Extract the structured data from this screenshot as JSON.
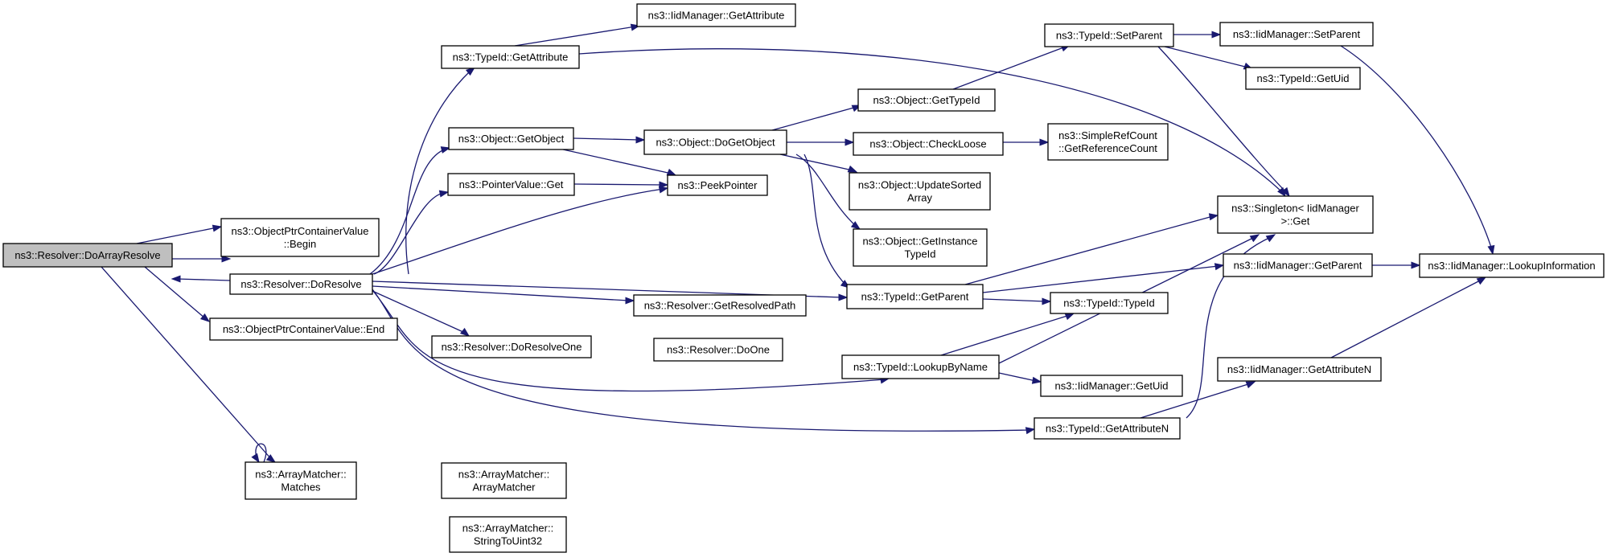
{
  "nodes": [
    {
      "id": "doarrayresolve",
      "lines": [
        "ns3::Resolver::DoArrayResolve"
      ],
      "root": true
    },
    {
      "id": "ptrbegin",
      "lines": [
        "ns3::ObjectPtrContainerValue",
        "::Begin"
      ]
    },
    {
      "id": "doresolve",
      "lines": [
        "ns3::Resolver::DoResolve"
      ]
    },
    {
      "id": "ptrend",
      "lines": [
        "ns3::ObjectPtrContainerValue::End"
      ]
    },
    {
      "id": "matches",
      "lines": [
        "ns3::ArrayMatcher::",
        "Matches"
      ]
    },
    {
      "id": "tid_getattr",
      "lines": [
        "ns3::TypeId::GetAttribute"
      ]
    },
    {
      "id": "iid_getattr",
      "lines": [
        "ns3::IidManager::GetAttribute"
      ]
    },
    {
      "id": "obj_getobject",
      "lines": [
        "ns3::Object::GetObject"
      ]
    },
    {
      "id": "ptr_get",
      "lines": [
        "ns3::PointerValue::Get"
      ]
    },
    {
      "id": "peekpointer",
      "lines": [
        "ns3::PeekPointer"
      ]
    },
    {
      "id": "obj_dogetobject",
      "lines": [
        "ns3::Object::DoGetObject"
      ]
    },
    {
      "id": "getresolvedpath",
      "lines": [
        "ns3::Resolver::GetResolvedPath"
      ]
    },
    {
      "id": "doresolveone",
      "lines": [
        "ns3::Resolver::DoResolveOne"
      ]
    },
    {
      "id": "doone",
      "lines": [
        "ns3::Resolver::DoOne"
      ]
    },
    {
      "id": "am_ctor",
      "lines": [
        "ns3::ArrayMatcher::",
        "ArrayMatcher"
      ]
    },
    {
      "id": "am_str",
      "lines": [
        "ns3::ArrayMatcher::",
        "StringToUint32"
      ]
    },
    {
      "id": "obj_gettypeid",
      "lines": [
        "ns3::Object::GetTypeId"
      ]
    },
    {
      "id": "obj_checkloose",
      "lines": [
        "ns3::Object::CheckLoose"
      ]
    },
    {
      "id": "obj_updatesorted",
      "lines": [
        "ns3::Object::UpdateSorted",
        "Array"
      ]
    },
    {
      "id": "obj_getinstance",
      "lines": [
        "ns3::Object::GetInstance",
        "TypeId"
      ]
    },
    {
      "id": "tid_getparent",
      "lines": [
        "ns3::TypeId::GetParent"
      ]
    },
    {
      "id": "tid_lookupbyname",
      "lines": [
        "ns3::TypeId::LookupByName"
      ]
    },
    {
      "id": "tid_getattrn",
      "lines": [
        "ns3::TypeId::GetAttributeN"
      ]
    },
    {
      "id": "tid_setparent",
      "lines": [
        "ns3::TypeId::SetParent"
      ]
    },
    {
      "id": "refcount",
      "lines": [
        "ns3::SimpleRefCount",
        "::GetReferenceCount"
      ]
    },
    {
      "id": "tid_typeid",
      "lines": [
        "ns3::TypeId::TypeId"
      ]
    },
    {
      "id": "iid_getuid",
      "lines": [
        "ns3::IidManager::GetUid"
      ]
    },
    {
      "id": "iid_setparent",
      "lines": [
        "ns3::IidManager::SetParent"
      ]
    },
    {
      "id": "tid_getuid",
      "lines": [
        "ns3::TypeId::GetUid"
      ]
    },
    {
      "id": "singleton_get",
      "lines": [
        "ns3::Singleton< IidManager",
        " >::Get"
      ]
    },
    {
      "id": "iid_getparent",
      "lines": [
        "ns3::IidManager::GetParent"
      ]
    },
    {
      "id": "iid_getattrn",
      "lines": [
        "ns3::IidManager::GetAttributeN"
      ]
    },
    {
      "id": "iid_lookupinfo",
      "lines": [
        "ns3::IidManager::LookupInformation"
      ]
    }
  ]
}
